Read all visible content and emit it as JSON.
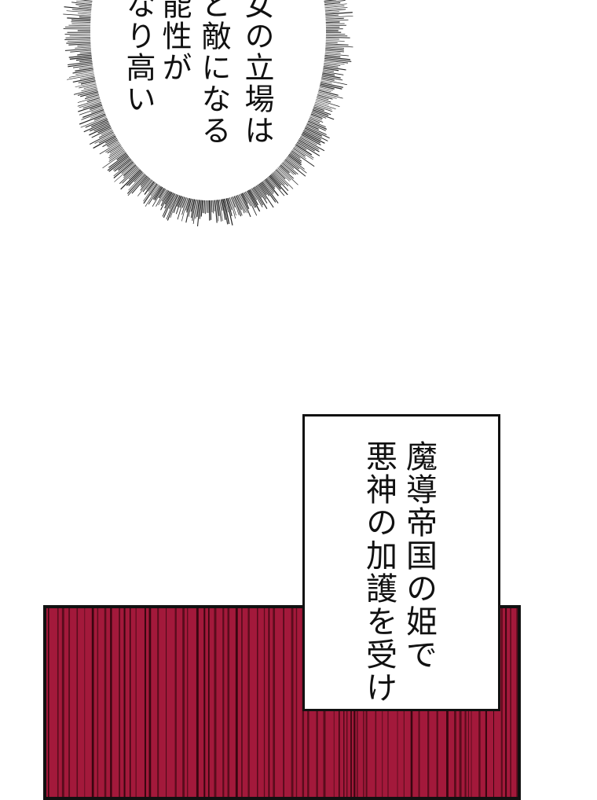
{
  "thought_bubble": {
    "lines": [
      "女の立場は",
      "と敵になる",
      "能性が",
      "なり高い"
    ]
  },
  "caption_box": {
    "lines": [
      "魔導帝国の姫で",
      "悪神の加護を受け"
    ]
  },
  "colors": {
    "panel_red": "#a3193b",
    "ink": "#111111"
  }
}
